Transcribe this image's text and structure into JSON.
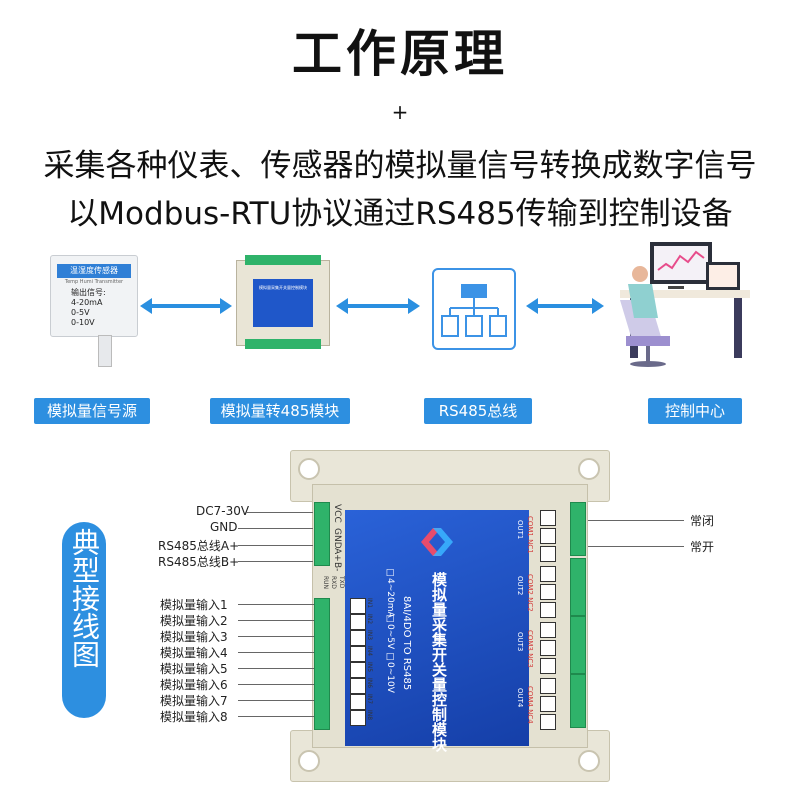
{
  "title": "工作原理",
  "plus": "+",
  "description": {
    "line1": "采集各种仪表、传感器的模拟量信号转换成数字信号",
    "line2": "以Modbus-RTU协议通过RS485传输到控制设备"
  },
  "flow": {
    "items": [
      {
        "label": "模拟量信号源"
      },
      {
        "label": "模拟量转485模块"
      },
      {
        "label": "RS485总线"
      },
      {
        "label": "控制中心"
      }
    ],
    "sensor": {
      "band": "温湿度传感器",
      "sub": "Temp Humi Transmitter",
      "spec_title": "输出信号:",
      "specs": [
        "4-20mA",
        "0-5V",
        "0-10V"
      ]
    },
    "module_text": "模拟量采集开关量控制模块"
  },
  "device": {
    "panel_title": "模拟量采集开关量控制模块",
    "model": "8AI/4DO TO RS485",
    "ranges": [
      "□4~20mA",
      "□0~5V",
      "□0~10V"
    ],
    "left_pins_top": [
      "VCC",
      "GND",
      "A+",
      "B-"
    ],
    "left_pins_small": [
      "TXD",
      "RXD",
      "RUN"
    ],
    "inputs": [
      "IN1",
      "IN2",
      "IN3",
      "IN4",
      "IN5",
      "IN6",
      "IN7",
      "IN8"
    ],
    "outputs": [
      "OUT1",
      "OUT2",
      "OUT3",
      "OUT4"
    ],
    "relay_labels": [
      "COM1 NC1",
      "COM2 NC2",
      "COM3 NC3",
      "COM4 NC4"
    ]
  },
  "wiring": {
    "left": [
      "DC7-30V",
      "GND",
      "RS485总线A+",
      "RS485总线B+"
    ],
    "inputs": [
      "模拟量输入1",
      "模拟量输入2",
      "模拟量输入3",
      "模拟量输入4",
      "模拟量输入5",
      "模拟量输入6",
      "模拟量输入7",
      "模拟量输入8"
    ],
    "right": [
      "常闭",
      "常开"
    ],
    "typical": "典型接线图"
  }
}
